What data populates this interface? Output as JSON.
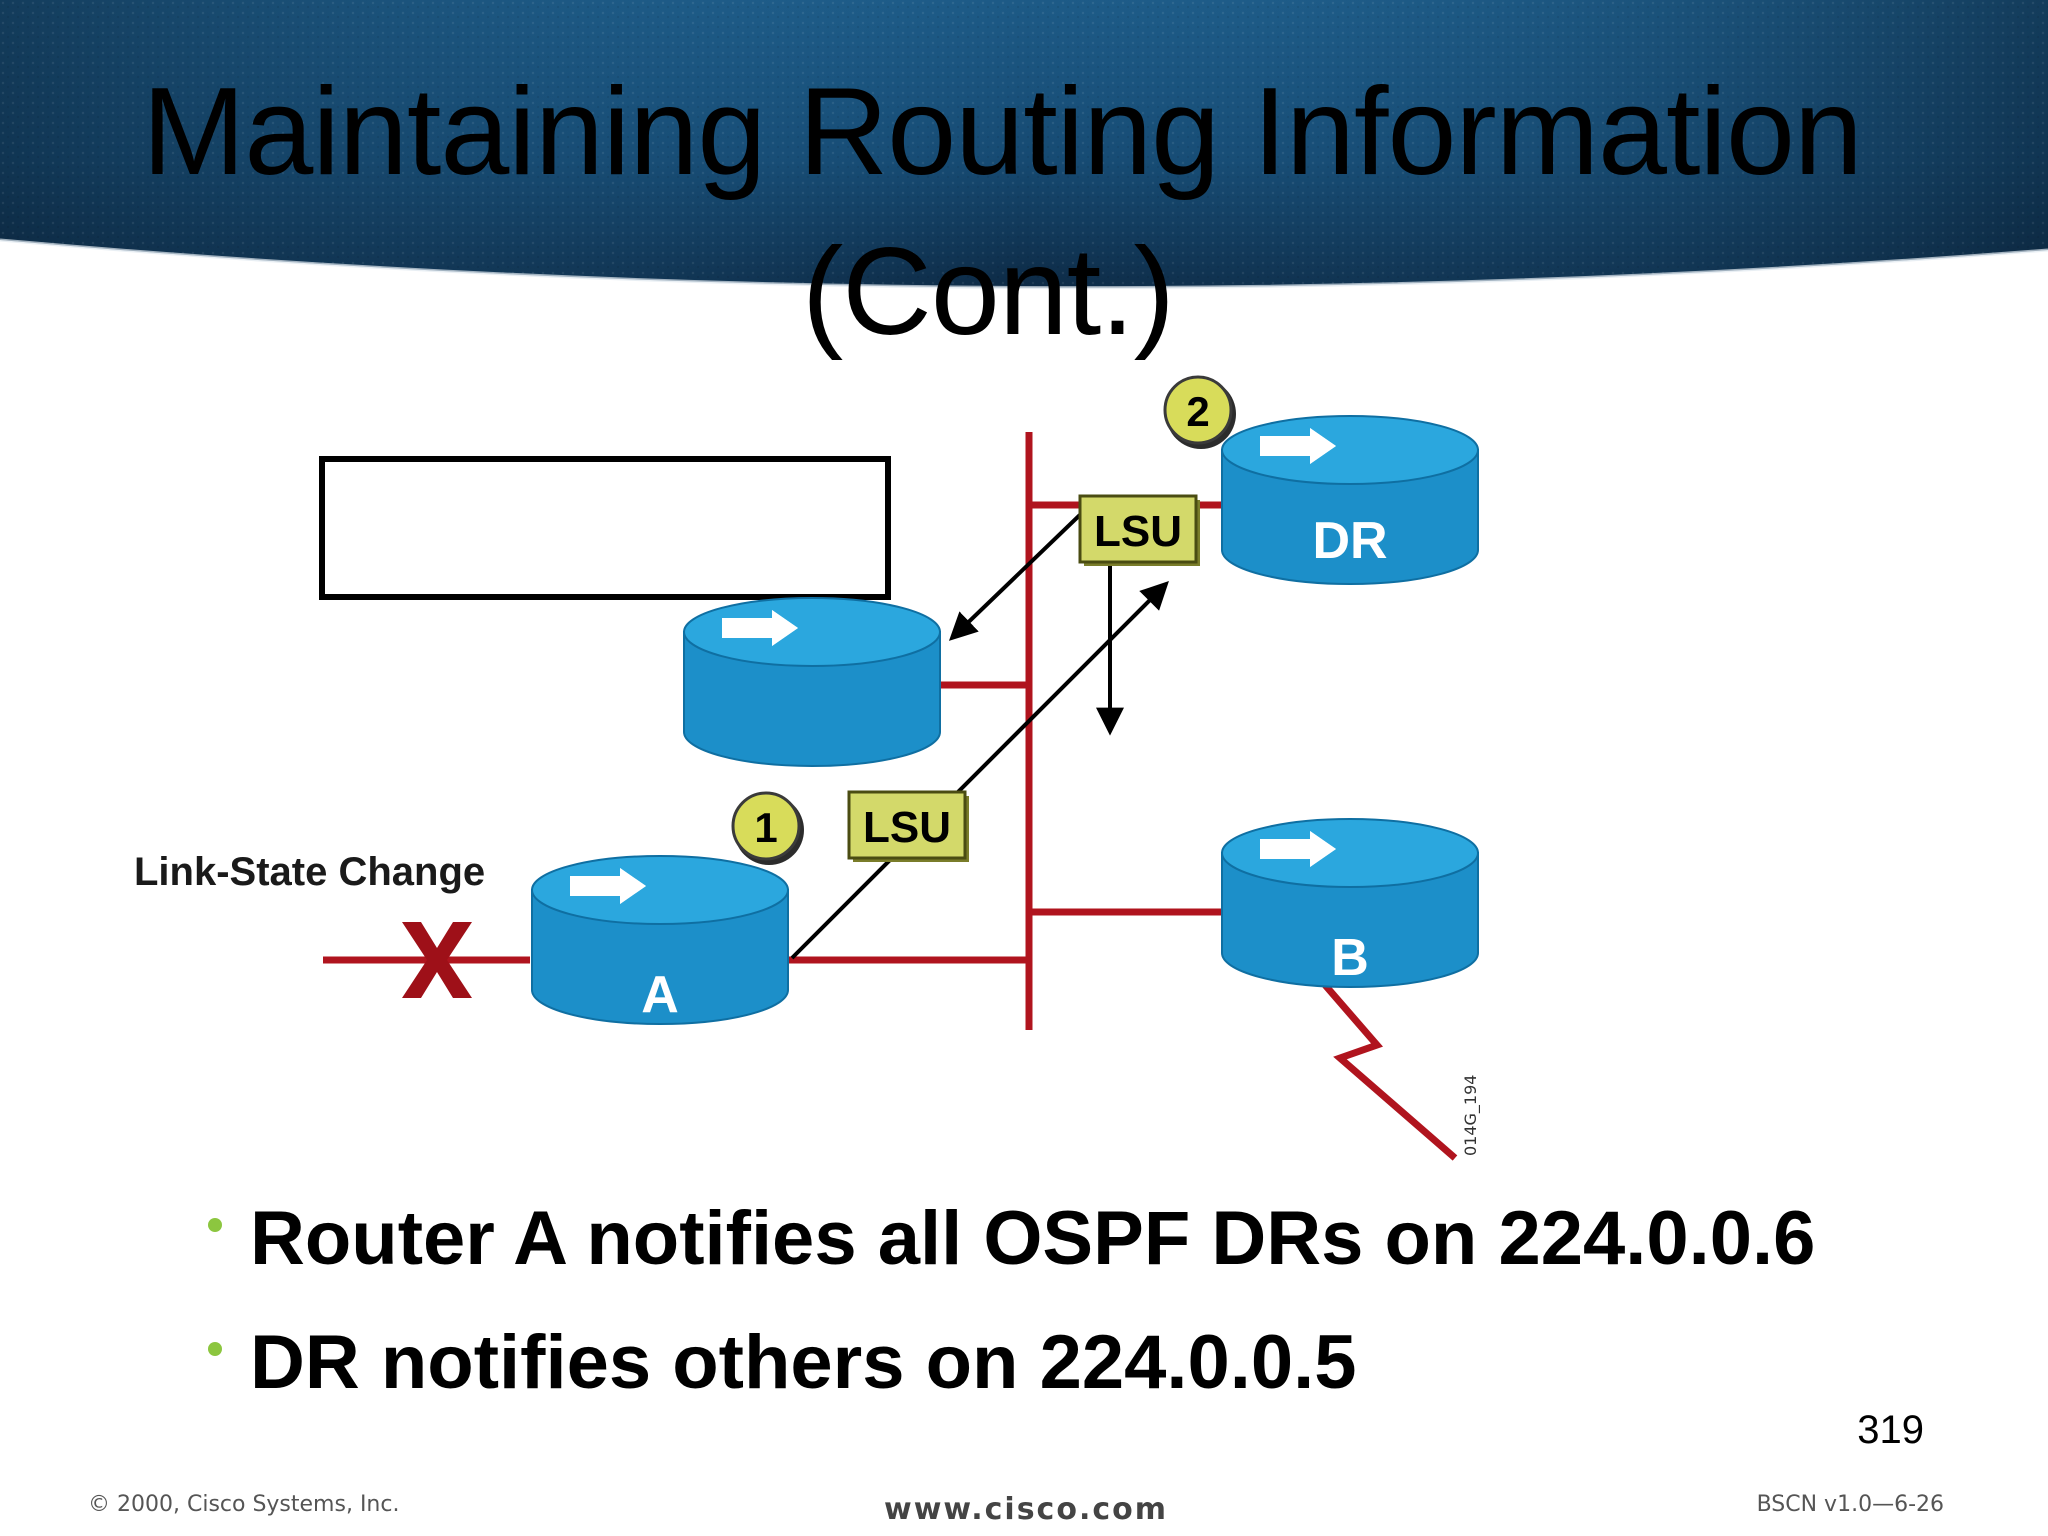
{
  "slide": {
    "title_line1": "Maintaining Routing Information",
    "title_line2": "(Cont.)",
    "page_number": "319"
  },
  "diagram": {
    "routers": [
      {
        "id": "dr",
        "label": "DR"
      },
      {
        "id": "other",
        "label": ""
      },
      {
        "id": "a",
        "label": "A"
      },
      {
        "id": "b",
        "label": "B"
      }
    ],
    "steps": [
      "1",
      "2"
    ],
    "packets": [
      "LSU",
      "LSU"
    ],
    "link_change_label": "Link-State Change",
    "figure_id": "014G_194"
  },
  "bullets": [
    "Router A notifies all OSPF DRs on 224.0.0.6",
    "DR notifies others on 224.0.0.5"
  ],
  "footer": {
    "copyright": "© 2000, Cisco Systems, Inc.",
    "website": "www.cisco.com",
    "course": "BSCN v1.0—6-26"
  },
  "colors": {
    "banner_dark": "#0d2a45",
    "banner_mid": "#1d5a86",
    "router_blue": "#1c8fc9",
    "router_top": "#2ba7de",
    "link_red": "#b0141e",
    "step_yellow": "#d8dc5a",
    "lsu_fill": "#d3d96a",
    "bullet_green": "#8cc63f"
  }
}
